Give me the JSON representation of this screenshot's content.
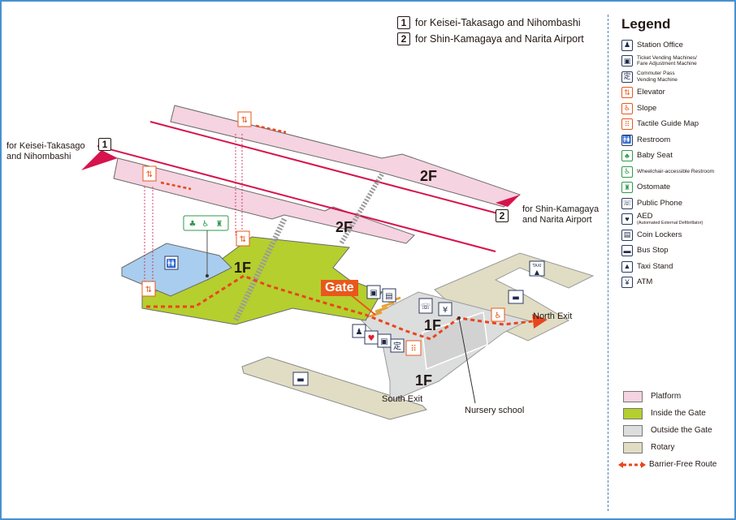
{
  "destinations": {
    "track1": {
      "number": "1",
      "label": "for Keisei-Takasago and Nihombashi"
    },
    "track2": {
      "number": "2",
      "label": "for Shin-Kamagaya and Narita Airport"
    }
  },
  "map": {
    "track1_line1": "for Keisei-Takasago",
    "track1_line2": "and Nihombashi",
    "track2_line1": "for Shin-Kamagaya",
    "track2_line2": "and Narita Airport",
    "floor_2f_upper": "2F",
    "floor_2f_lower": "2F",
    "floor_1f_inside": "1F",
    "floor_1f_outside": "1F",
    "floor_1f_south": "1F",
    "gate": "Gate",
    "north_exit": "North Exit",
    "south_exit": "South Exit",
    "nursery_school": "Nursery school",
    "taxi_sign": "TAXI",
    "commuter_pass_glyph": "定"
  },
  "colors": {
    "platform": "#f5d3e0",
    "inside_gate": "#b5cf2e",
    "outside_gate": "#dcdddd",
    "rotary": "#e0ddc4",
    "restroom_area": "#a9cdee",
    "track_line": "#d6134c",
    "route": "#e8461c",
    "frame": "#4a90d0"
  },
  "legend": {
    "title": "Legend",
    "items": [
      {
        "icon": "station-office-icon",
        "glyph": "♟",
        "tone": "navy",
        "label": "Station Office"
      },
      {
        "icon": "ticket-vending-icon",
        "glyph": "▣",
        "tone": "navy",
        "label": "Ticket Vending Machines/",
        "label2": "Fare Adjustment Machine",
        "small": true
      },
      {
        "icon": "commuter-pass-icon",
        "glyph": "定",
        "tone": "navy",
        "label": "Commuter Pass",
        "label2": "Vending Machine",
        "small": true
      },
      {
        "icon": "elevator-icon",
        "glyph": "⇅",
        "tone": "orange",
        "label": "Elevator"
      },
      {
        "icon": "slope-icon",
        "glyph": "♿",
        "tone": "orange",
        "label": "Slope"
      },
      {
        "icon": "tactile-map-icon",
        "glyph": "⠿",
        "tone": "orange",
        "label": "Tactile Guide Map"
      },
      {
        "icon": "restroom-icon",
        "glyph": "🚻",
        "tone": "navy",
        "label": "Restroom"
      },
      {
        "icon": "baby-seat-icon",
        "glyph": "♣",
        "tone": "green",
        "label": "Baby Seat"
      },
      {
        "icon": "wheelchair-restroom-icon",
        "glyph": "♿",
        "tone": "green",
        "label": "Wheelchair-accessible Restroom",
        "small": true
      },
      {
        "icon": "ostomate-icon",
        "glyph": "♜",
        "tone": "green",
        "label": "Ostomate"
      },
      {
        "icon": "public-phone-icon",
        "glyph": "☏",
        "tone": "navy",
        "label": "Public Phone"
      },
      {
        "icon": "aed-icon",
        "glyph": "♥",
        "tone": "navy",
        "label": "AED",
        "label2": "(Automated External Defibrillator)",
        "sub": true
      },
      {
        "icon": "coin-locker-icon",
        "glyph": "▤",
        "tone": "navy",
        "label": "Coin Lockers"
      },
      {
        "icon": "bus-stop-icon",
        "glyph": "▬",
        "tone": "navy",
        "label": "Bus Stop"
      },
      {
        "icon": "taxi-stand-icon",
        "glyph": "▲",
        "tone": "navy",
        "label": "Taxi Stand"
      },
      {
        "icon": "atm-icon",
        "glyph": "¥",
        "tone": "navy",
        "label": "ATM"
      }
    ],
    "areas": [
      {
        "key": "platform",
        "label": "Platform",
        "color": "#f5d3e0"
      },
      {
        "key": "inside_gate",
        "label": "Inside the Gate",
        "color": "#b5cf2e"
      },
      {
        "key": "outside_gate",
        "label": "Outside the Gate",
        "color": "#dcdddd"
      },
      {
        "key": "rotary",
        "label": "Rotary",
        "color": "#e0ddc4"
      }
    ],
    "route_label": "Barrier-Free Route"
  }
}
